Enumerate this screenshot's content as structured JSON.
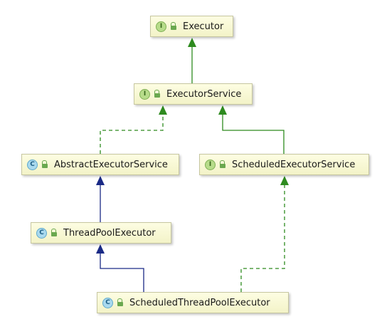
{
  "diagram": {
    "colors": {
      "implements_edge": "#2e8b1f",
      "extends_edge": "#1a2a86",
      "node_border": "#c6c6a0"
    },
    "nodes": [
      {
        "id": "executor",
        "label": "Executor",
        "kind": "interface",
        "badge": "I"
      },
      {
        "id": "executor-service",
        "label": "ExecutorService",
        "kind": "interface",
        "badge": "I"
      },
      {
        "id": "abstract-executor-service",
        "label": "AbstractExecutorService",
        "kind": "class",
        "badge": "C"
      },
      {
        "id": "scheduled-executor-service",
        "label": "ScheduledExecutorService",
        "kind": "interface",
        "badge": "I"
      },
      {
        "id": "thread-pool-executor",
        "label": "ThreadPoolExecutor",
        "kind": "class",
        "badge": "C"
      },
      {
        "id": "scheduled-thread-pool-executor",
        "label": "ScheduledThreadPoolExecutor",
        "kind": "class",
        "badge": "C"
      }
    ],
    "edges": [
      {
        "from": "executor-service",
        "to": "executor",
        "relation": "extends-interface"
      },
      {
        "from": "abstract-executor-service",
        "to": "executor-service",
        "relation": "implements"
      },
      {
        "from": "scheduled-executor-service",
        "to": "executor-service",
        "relation": "extends-interface"
      },
      {
        "from": "thread-pool-executor",
        "to": "abstract-executor-service",
        "relation": "extends"
      },
      {
        "from": "scheduled-thread-pool-executor",
        "to": "thread-pool-executor",
        "relation": "extends"
      },
      {
        "from": "scheduled-thread-pool-executor",
        "to": "scheduled-executor-service",
        "relation": "implements"
      }
    ]
  }
}
